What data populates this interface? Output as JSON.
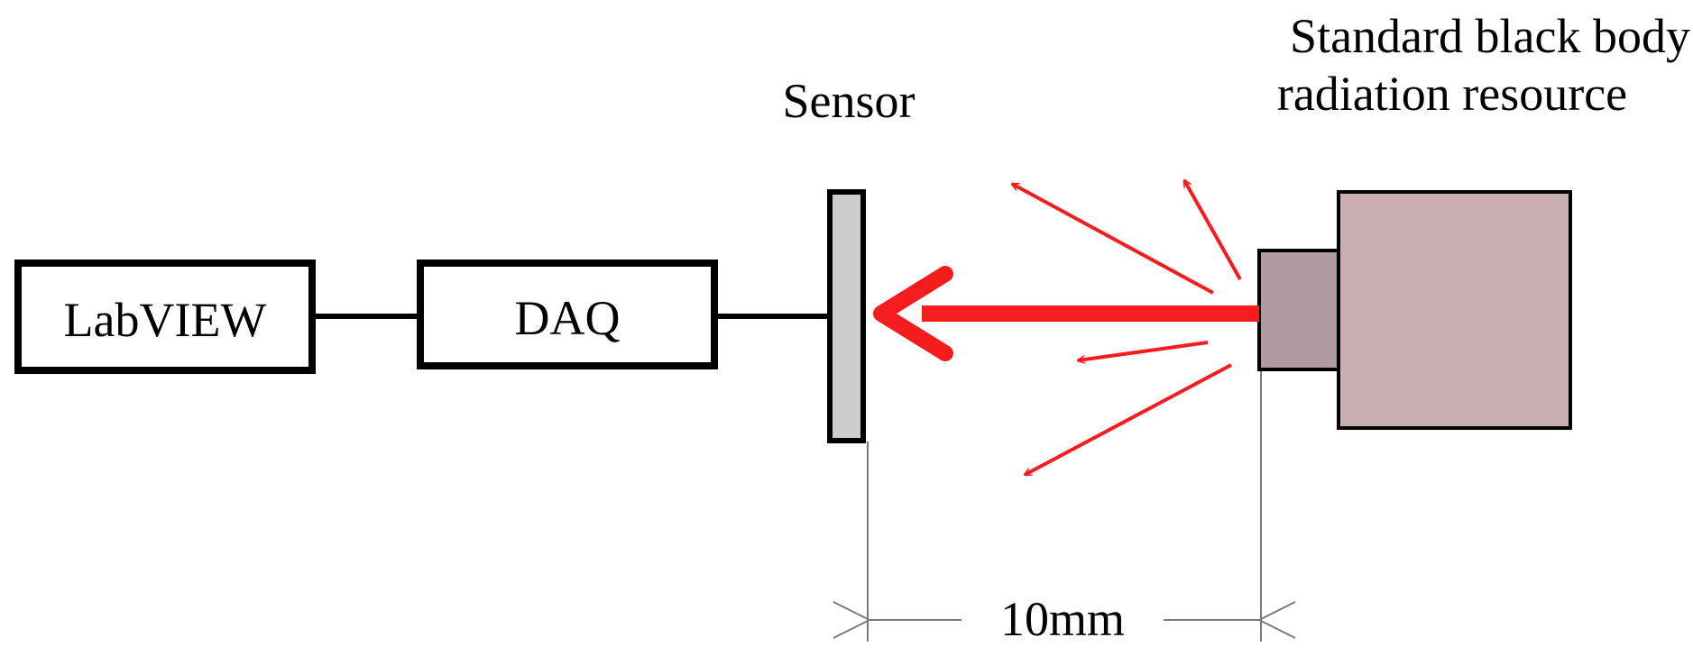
{
  "labels": {
    "source_title_line1": "Standard black body",
    "source_title_line2": "radiation resource",
    "sensor": "Sensor",
    "labview": "LabVIEW",
    "daq": "DAQ",
    "distance": "10mm"
  },
  "colors": {
    "outline": "#000000",
    "radiation": "#f41c1c",
    "sensor_fill": "#cdcdcd",
    "source_body_fill": "#c9aeb2",
    "source_nozzle_fill": "#b09ca0",
    "dimension_line": "#7a7a7a"
  }
}
